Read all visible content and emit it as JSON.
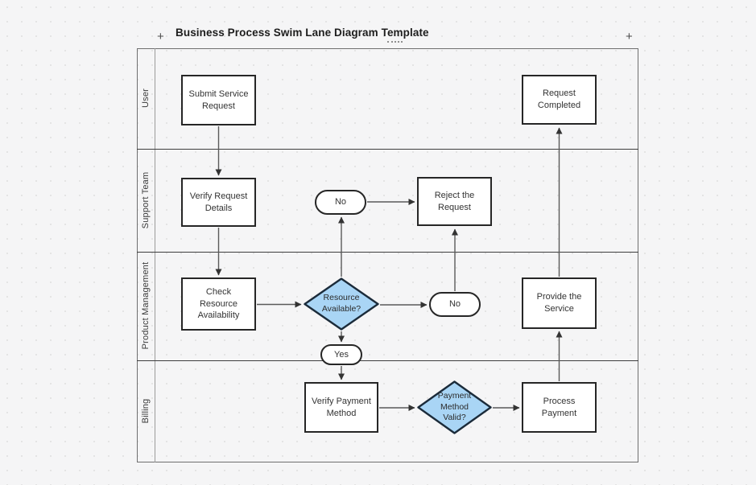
{
  "header": {
    "title": "Business Process Swim Lane Diagram Template",
    "add_handle_left": "+",
    "add_handle_right": "+"
  },
  "colors": {
    "background": "#f5f5f6",
    "decision_fill": "#a9d5f5",
    "decision_border": "#1b2b3a",
    "shape_border": "#262626",
    "connector_line": "#555555",
    "lane_line": "#3e3e3e",
    "frame_border": "#6f6f6f"
  },
  "lanes": [
    {
      "label": "User"
    },
    {
      "label": "Support Team"
    },
    {
      "label": "Product Management"
    },
    {
      "label": "Billing"
    }
  ],
  "nodes": {
    "submit_service_request": {
      "type": "process",
      "lane": "User",
      "label": "Submit Service Request"
    },
    "request_completed": {
      "type": "process",
      "lane": "User",
      "label": "Request Completed"
    },
    "verify_request_details": {
      "type": "process",
      "lane": "Support Team",
      "label": "Verify Request Details"
    },
    "no_top": {
      "type": "terminator",
      "lane": "Support Team",
      "label": "No"
    },
    "reject_the_request": {
      "type": "process",
      "lane": "Support Team",
      "label": "Reject the Request"
    },
    "check_resource_availability": {
      "type": "process",
      "lane": "Product Management",
      "label": "Check Resource Availability"
    },
    "resource_available": {
      "type": "decision",
      "lane": "Product Management",
      "label": "Resource Available?"
    },
    "no_right": {
      "type": "terminator",
      "lane": "Product Management",
      "label": "No"
    },
    "provide_the_service": {
      "type": "process",
      "lane": "Product Management",
      "label": "Provide the Service"
    },
    "yes": {
      "type": "terminator",
      "lane": "Product Management / Billing",
      "label": "Yes"
    },
    "verify_payment_method": {
      "type": "process",
      "lane": "Billing",
      "label": "Verify Payment Method"
    },
    "payment_method_valid": {
      "type": "decision",
      "lane": "Billing",
      "label": "Payment Method Valid?"
    },
    "process_payment": {
      "type": "process",
      "lane": "Billing",
      "label": "Process Payment"
    }
  },
  "connections": [
    {
      "from": "submit_service_request",
      "to": "verify_request_details"
    },
    {
      "from": "verify_request_details",
      "to": "check_resource_availability"
    },
    {
      "from": "check_resource_availability",
      "to": "resource_available"
    },
    {
      "from": "resource_available",
      "to": "no_top"
    },
    {
      "from": "no_top",
      "to": "reject_the_request"
    },
    {
      "from": "resource_available",
      "to": "no_right"
    },
    {
      "from": "no_right",
      "to": "reject_the_request"
    },
    {
      "from": "resource_available",
      "to": "yes"
    },
    {
      "from": "yes",
      "to": "verify_payment_method"
    },
    {
      "from": "verify_payment_method",
      "to": "payment_method_valid"
    },
    {
      "from": "payment_method_valid",
      "to": "process_payment"
    },
    {
      "from": "process_payment",
      "to": "provide_the_service"
    },
    {
      "from": "provide_the_service",
      "to": "request_completed"
    }
  ]
}
